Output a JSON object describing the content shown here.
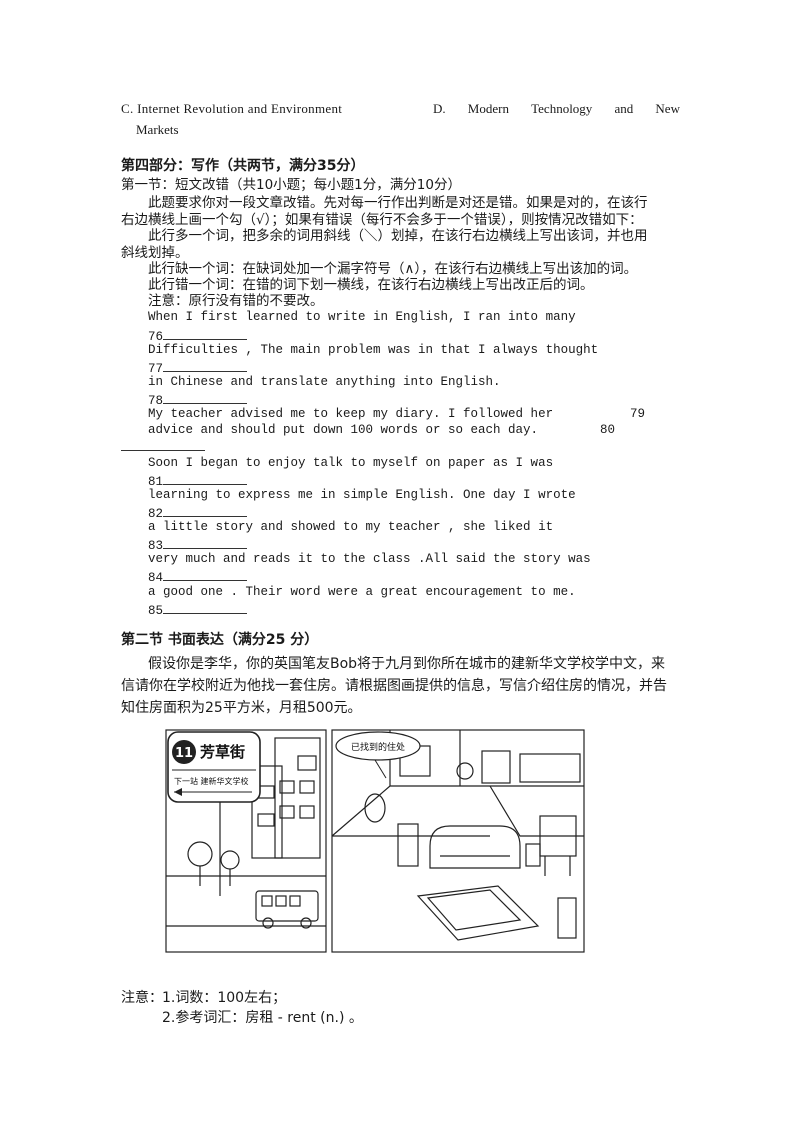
{
  "options": {
    "c": "C. Internet Revolution and Environment",
    "d_words": [
      "D.",
      "Modern",
      "Technology",
      "and",
      "New"
    ],
    "d_wrap": "Markets"
  },
  "part4": {
    "title": "第四部分：写作（共两节，满分35分）",
    "sec1_title": "第一节：短文改错（共10小题；每小题1分，满分10分）",
    "instr": [
      "此题要求你对一段文章改错。先对每一行作出判断是对还是错。如果是对的，在该行",
      "右边横线上画一个勾（√）；如果有错误（每行不会多于一个错误），则按情况改错如下：",
      "此行多一个词，把多余的词用斜线（＼）划掉，在该行右边横线上写出该词，并也用",
      "斜线划掉。",
      "此行缺一个词：在缺词处加一个漏字符号（∧），在该行右边横线上写出该加的词。",
      "此行错一个词：在错的词下划一横线，在该行右边横线上写出改正后的词。",
      "注意：原行没有错的不要改。"
    ],
    "passage": [
      {
        "text": "When I first learned to write in English, I ran into many",
        "num": "76"
      },
      {
        "text": "Difficulties , The main problem was in that I always thought",
        "num": "77"
      },
      {
        "text": "in Chinese and translate anything into English.",
        "num": "78"
      },
      {
        "text": "My teacher advised me to keep my diary. I followed her",
        "num": "79"
      },
      {
        "text": "advice and should put down 100 words or so each day.",
        "num": "80"
      },
      {
        "text": "Soon I began to enjoy talk to myself on paper as I was",
        "num": "81"
      },
      {
        "text": "learning to express me in simple English. One day I wrote",
        "num": "82"
      },
      {
        "text": "a little story and showed to my teacher , she liked it",
        "num": "83"
      },
      {
        "text": "very much and reads it to the class .All said the story was",
        "num": "84"
      },
      {
        "text": "a good one . Their word were a great encouragement to me.",
        "num": "85"
      }
    ],
    "sec2_title": "第二节  书面表达（满分25 分）",
    "sec2_body": [
      "假设你是李华，你的英国笔友Bob将于九月到你所在城市的建新华文学校学中文，来",
      "信请你在学校附近为他找一套住房。请根据图画提供的信息，写信介绍住房的情况，并告",
      "知住房面积为25平方米，月租500元。"
    ],
    "picture": {
      "sign_number": "11",
      "sign_street": "芳草街",
      "sign_next": "下一站  建新华文学校",
      "bubble": "已找到的住处"
    },
    "notes": {
      "label": "注意：",
      "n1": "1.词数：100左右；",
      "n2": "2.参考词汇：房租 - rent (n.) 。"
    }
  }
}
